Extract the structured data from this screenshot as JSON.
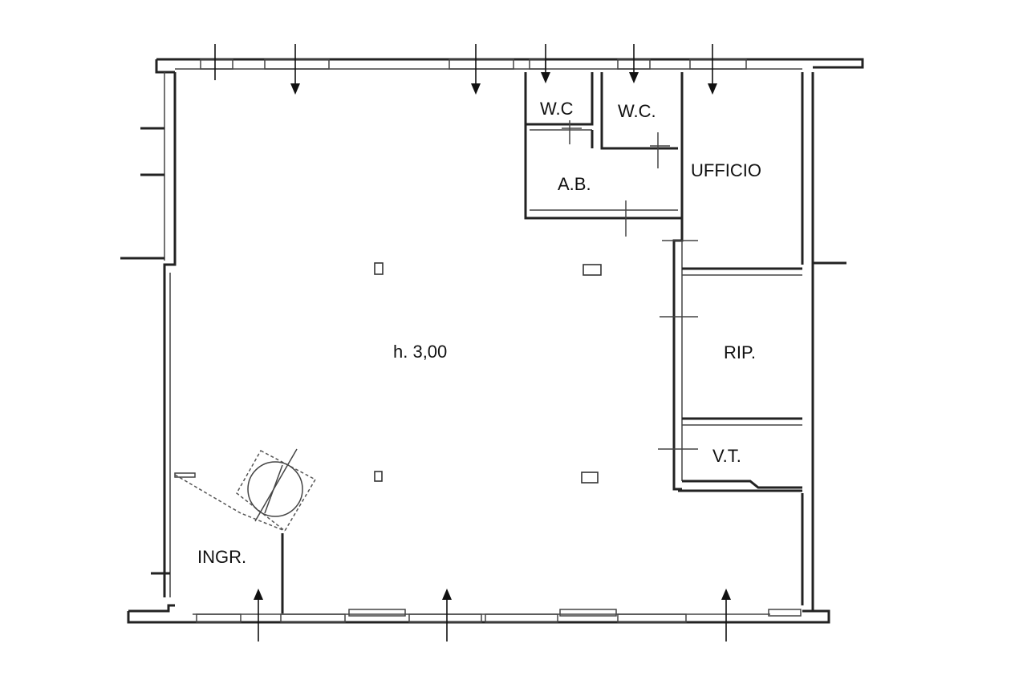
{
  "rooms": {
    "wc1": "W.C",
    "wc2": "W.C.",
    "ab": "A.B.",
    "ufficio": "UFFICIO",
    "main": "h. 3,00",
    "rip": "RIP.",
    "vt": "V.T.",
    "ingr": "INGR."
  }
}
